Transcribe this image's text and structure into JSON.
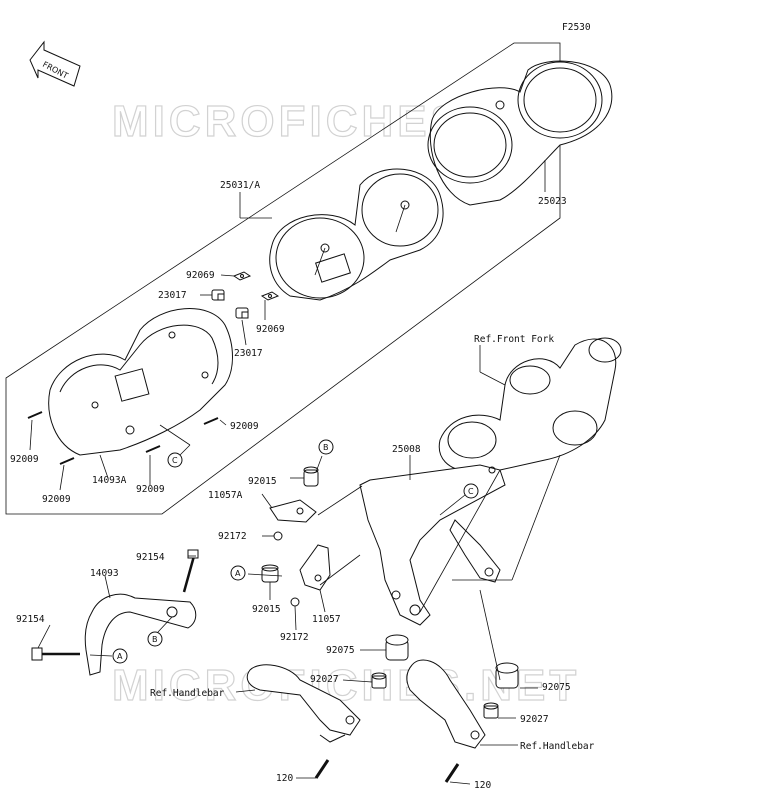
{
  "figure_code": "F2530",
  "front_label": "FRONT",
  "watermark": "MICROFICHES.NET",
  "labels": {
    "p25031A": "25031/A",
    "p25023": "25023",
    "p92069a": "92069",
    "p23017a": "23017",
    "p92069b": "92069",
    "p23017b": "23017",
    "p92009a": "92009",
    "p92009b": "92009",
    "p14093A": "14093A",
    "p92009c": "92009",
    "p92009d": "92009",
    "refFrontFork": "Ref.Front Fork",
    "p25008": "25008",
    "p92015a": "92015",
    "p11057A": "11057A",
    "p92172a": "92172",
    "p92154a": "92154",
    "p14093": "14093",
    "p92015b": "92015",
    "p92172b": "92172",
    "p11057": "11057",
    "p92154b": "92154",
    "p92075a": "92075",
    "p92027a": "92027",
    "refHandlebarA": "Ref.Handlebar",
    "p92075b": "92075",
    "p92027b": "92027",
    "refHandlebarB": "Ref.Handlebar",
    "p120a": "120",
    "p120b": "120"
  },
  "callouts": {
    "A": "A",
    "B": "B",
    "C": "C"
  }
}
